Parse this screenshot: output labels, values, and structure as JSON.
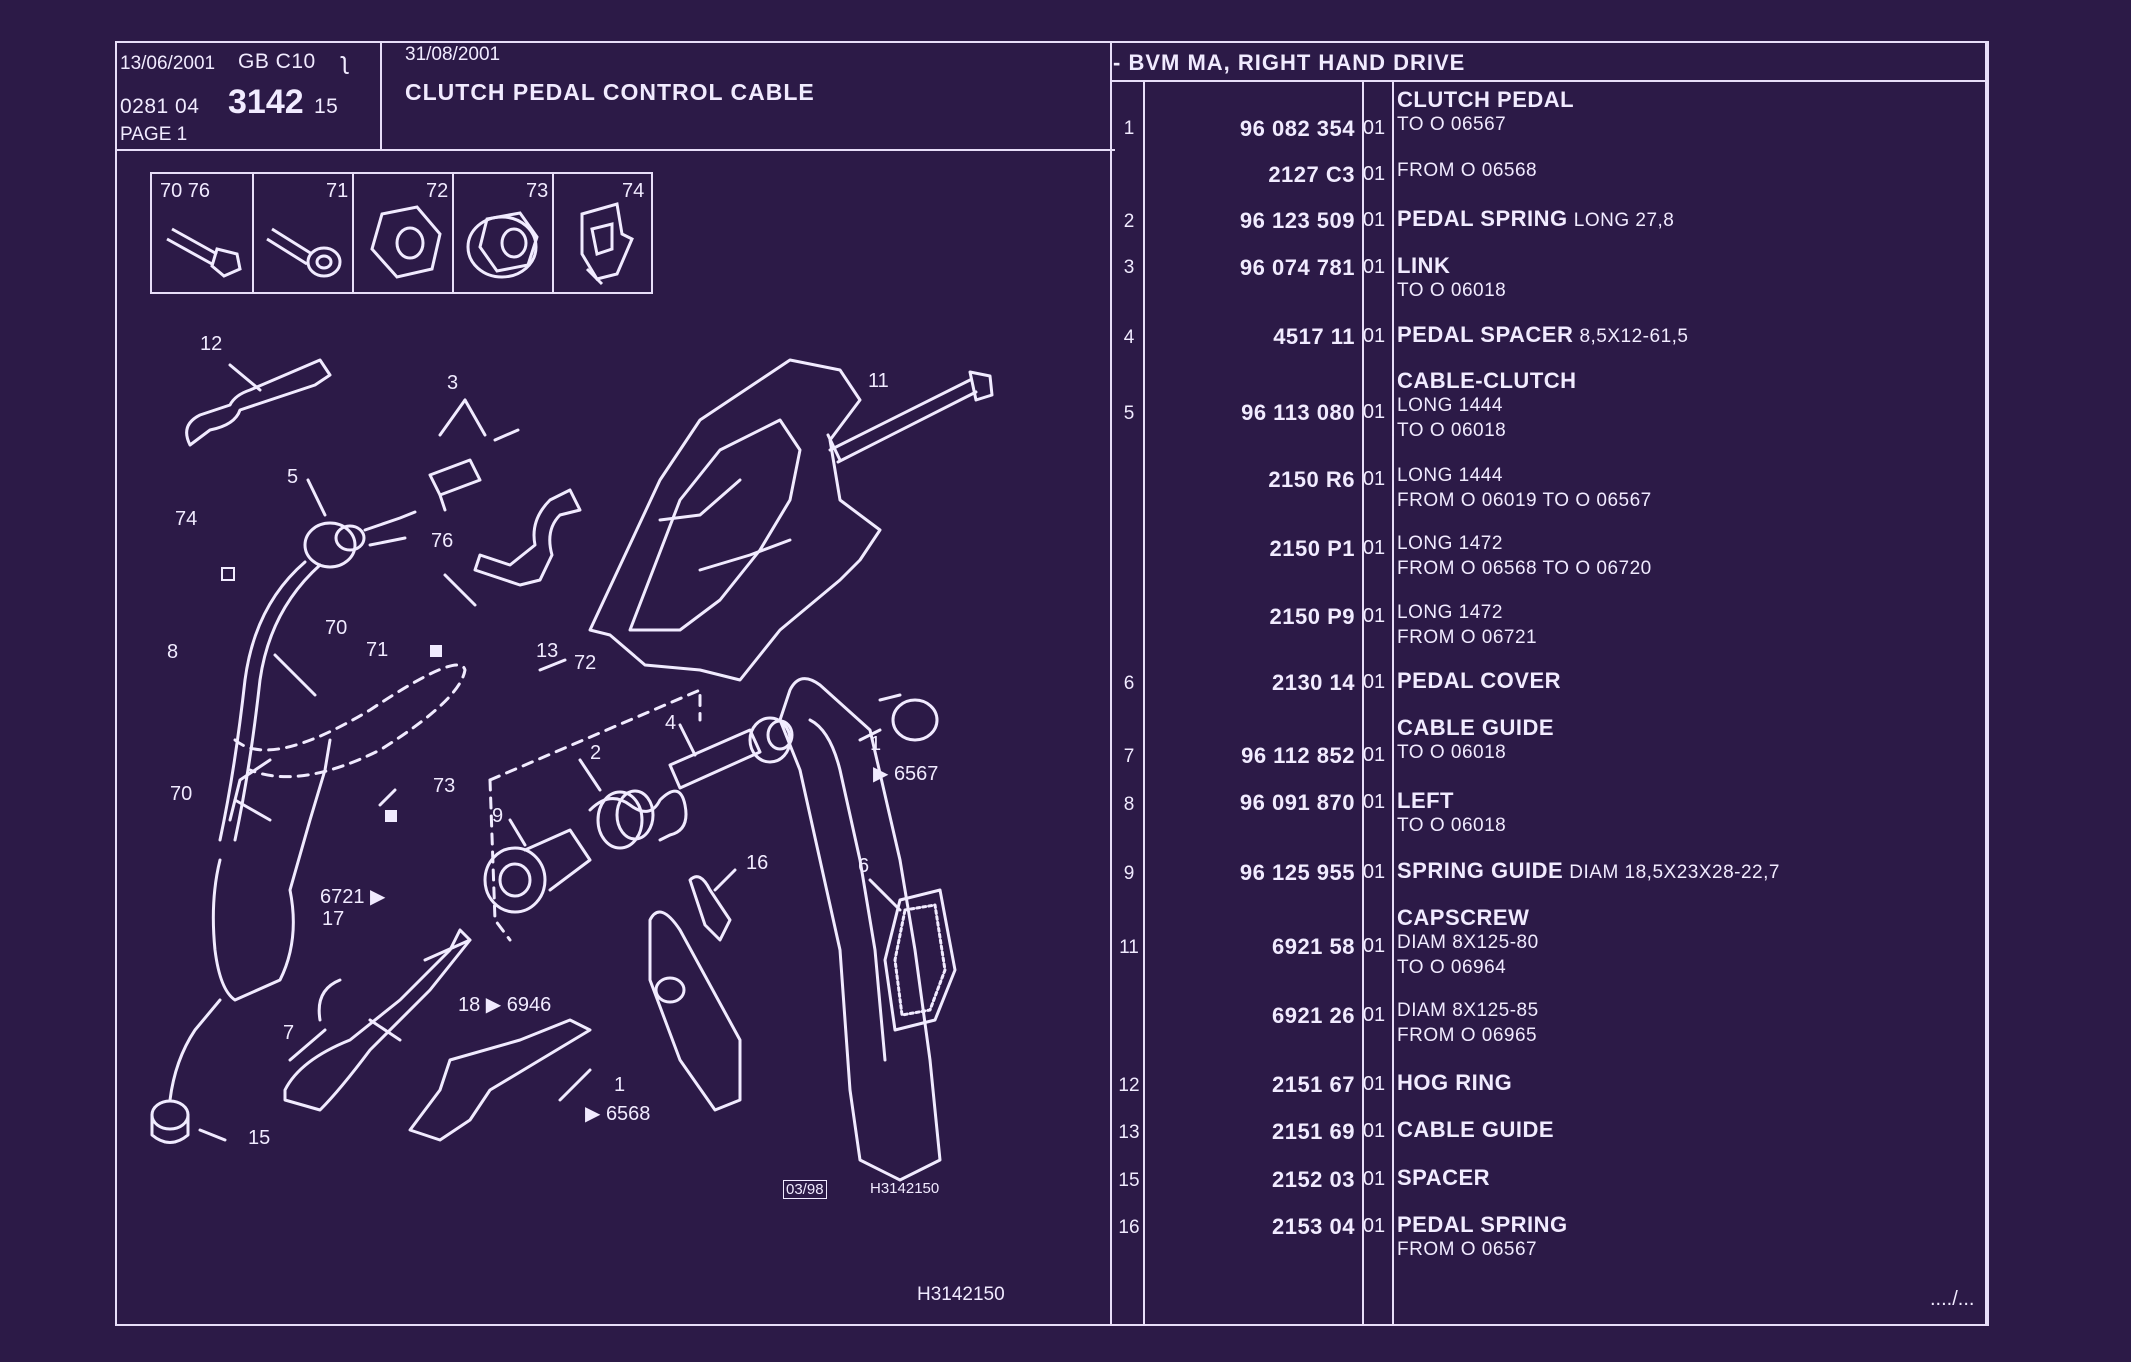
{
  "header": {
    "date1": "13/06/2001",
    "lang_code": "GB  C10",
    "ref_prefix": "0281  04",
    "ref_main": "3142",
    "ref_suffix": "15",
    "page": "PAGE  1",
    "date2": "31/08/2001",
    "title": "CLUTCH PEDAL CONTROL CABLE",
    "section": "- BVM MA, RIGHT HAND DRIVE"
  },
  "icons": [
    {
      "labels": "70    76",
      "icon": "bolt-icon"
    },
    {
      "labels": "71",
      "icon": "screw-washer-icon"
    },
    {
      "labels": "72",
      "icon": "nut-icon"
    },
    {
      "labels": "73",
      "icon": "flanged-nut-icon"
    },
    {
      "labels": "74",
      "icon": "clip-icon"
    }
  ],
  "callouts": [
    "12",
    "3",
    "5",
    "74",
    "76",
    "8",
    "70",
    "71",
    "13",
    "72",
    "11",
    "2",
    "4",
    "1",
    "6567",
    "73",
    "70",
    "9",
    "16",
    "6",
    "6721",
    "17",
    "18",
    "6946",
    "7",
    "1",
    "6568",
    "15"
  ],
  "diagram_stamp": "03/98",
  "diagram_ref": "H3142150",
  "footer_ref": "H3142150",
  "more": "..../...",
  "parts": [
    {
      "idx": "1",
      "pn": "96 082 354",
      "qty": "01",
      "desc": "CLUTCH PEDAL",
      "sub": "",
      "note": "TO  O  06567"
    },
    {
      "idx": "",
      "pn": "2127 C3",
      "qty": "01",
      "desc": "",
      "sub": "",
      "note": "FROM  O  06568"
    },
    {
      "idx": "2",
      "pn": "96 123 509",
      "qty": "01",
      "desc": "PEDAL SPRING",
      "sub": "LONG 27,8",
      "note": ""
    },
    {
      "idx": "3",
      "pn": "96 074 781",
      "qty": "01",
      "desc": "LINK",
      "sub": "",
      "note": "TO  O  06018"
    },
    {
      "idx": "4",
      "pn": "4517 11",
      "qty": "01",
      "desc": "PEDAL SPACER",
      "sub": "8,5X12-61,5",
      "note": ""
    },
    {
      "idx": "5",
      "pn": "96 113 080",
      "qty": "01",
      "desc": "CABLE-CLUTCH",
      "sub": "",
      "note": "LONG 1444\nTO  O  06018"
    },
    {
      "idx": "",
      "pn": "2150 R6",
      "qty": "01",
      "desc": "",
      "sub": "",
      "note": "LONG 1444\nFROM  O  06019  TO  O  06567"
    },
    {
      "idx": "",
      "pn": "2150 P1",
      "qty": "01",
      "desc": "",
      "sub": "",
      "note": "LONG 1472\nFROM  O  06568  TO  O  06720"
    },
    {
      "idx": "",
      "pn": "2150 P9",
      "qty": "01",
      "desc": "",
      "sub": "",
      "note": "LONG 1472\nFROM  O  06721"
    },
    {
      "idx": "6",
      "pn": "2130 14",
      "qty": "01",
      "desc": "PEDAL COVER",
      "sub": "",
      "note": ""
    },
    {
      "idx": "7",
      "pn": "96 112 852",
      "qty": "01",
      "desc": "CABLE GUIDE",
      "sub": "",
      "note": "TO  O  06018"
    },
    {
      "idx": "8",
      "pn": "96 091 870",
      "qty": "01",
      "desc": "LEFT",
      "sub": "",
      "note": "TO  O  06018"
    },
    {
      "idx": "9",
      "pn": "96 125 955",
      "qty": "01",
      "desc": "SPRING GUIDE",
      "sub": "DIAM 18,5X23X28-22,7",
      "note": ""
    },
    {
      "idx": "11",
      "pn": "6921 58",
      "qty": "01",
      "desc": "CAPSCREW",
      "sub": "",
      "note": "DIAM 8X125-80\nTO  O  06964"
    },
    {
      "idx": "",
      "pn": "6921 26",
      "qty": "01",
      "desc": "",
      "sub": "",
      "note": "DIAM 8X125-85\nFROM  O  06965"
    },
    {
      "idx": "12",
      "pn": "2151 67",
      "qty": "01",
      "desc": "HOG RING",
      "sub": "",
      "note": ""
    },
    {
      "idx": "13",
      "pn": "2151 69",
      "qty": "01",
      "desc": "CABLE GUIDE",
      "sub": "",
      "note": ""
    },
    {
      "idx": "15",
      "pn": "2152 03",
      "qty": "01",
      "desc": "SPACER",
      "sub": "",
      "note": ""
    },
    {
      "idx": "16",
      "pn": "2153 04",
      "qty": "01",
      "desc": "PEDAL SPRING",
      "sub": "",
      "note": "FROM  O  06567"
    }
  ]
}
